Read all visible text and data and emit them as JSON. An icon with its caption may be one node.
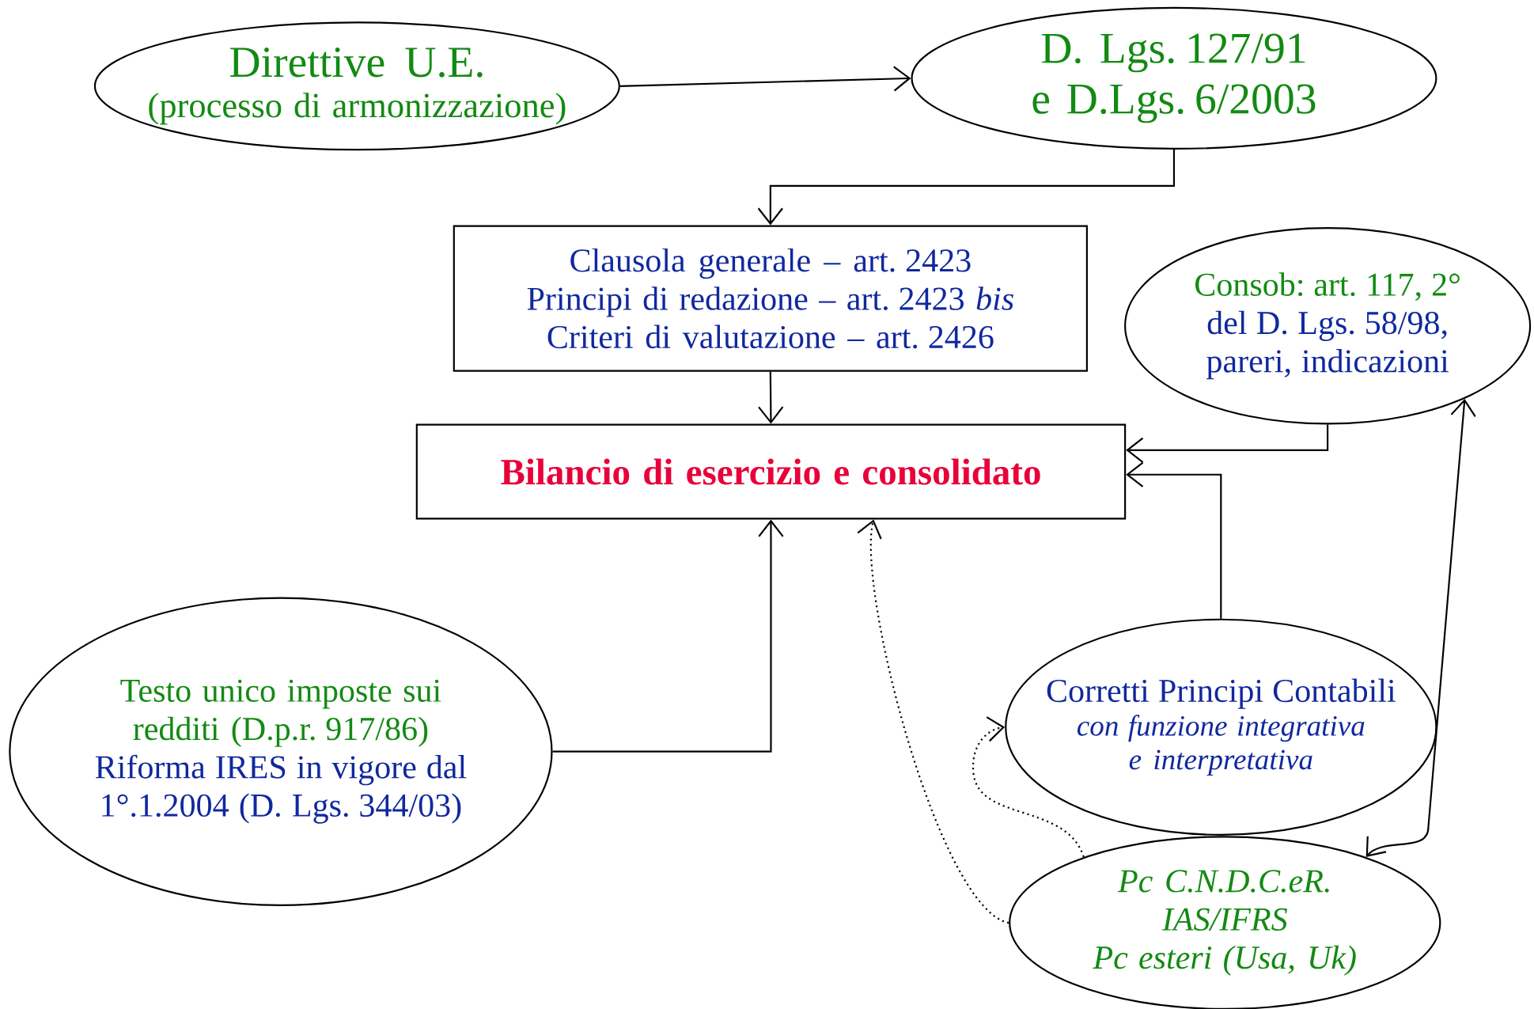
{
  "diagram": {
    "nodes": [
      {
        "text": [
          "Direttive U.E.",
          "(processo di armonizzazione)"
        ]
      },
      {
        "text": [
          "D. Lgs. 127/91",
          "e D.Lgs. 6/2003"
        ]
      },
      {
        "text": [
          "Clausola generale – art. 2423",
          "Principi di redazione – art. 2423 *bis*",
          "Criteri di valutazione – art. 2426"
        ]
      },
      {
        "text": [
          "Bilancio di esercizio e consolidato"
        ]
      },
      {
        "text": [
          "Consob: art. 117, 2°",
          "del D. Lgs. 58/98, pareri, indicazioni"
        ]
      },
      {
        "text": [
          "Testo unico imposte sui redditi (D.p.r. 917/86)",
          "Riforma IRES in vigore dal 1°.1.2004 (D. Lgs. 344/03)"
        ]
      },
      {
        "text": [
          "Corretti Principi Contabili",
          "con funzione integrativa e interpretativa"
        ]
      },
      {
        "text": [
          "Pc C.N.D.C.eR.",
          "IAS/IFRS",
          "Pc esteri (Usa, Uk)"
        ]
      }
    ],
    "edges": [
      {
        "from": 0,
        "to": 1,
        "arrow": "to"
      },
      {
        "from": 1,
        "to": 2,
        "arrow": "to"
      },
      {
        "from": 2,
        "to": 3,
        "arrow": "to"
      },
      {
        "from": 4,
        "to": 3,
        "arrow": "to"
      },
      {
        "from": 6,
        "to": 3,
        "arrow": "to"
      },
      {
        "from": 5,
        "to": 3,
        "arrow": "to"
      },
      {
        "from": 7,
        "to": 3,
        "arrow": "to",
        "style": "dashed"
      },
      {
        "from": 7,
        "to": 6,
        "arrow": "to",
        "style": "dashed"
      },
      {
        "from": 4,
        "to": 7,
        "arrow": "both"
      }
    ]
  }
}
